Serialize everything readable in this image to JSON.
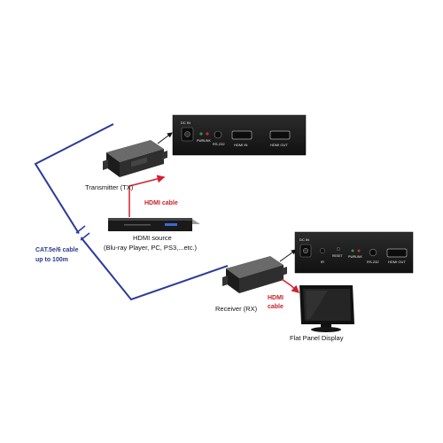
{
  "labels": {
    "transmitter": "Transmitter (TX)",
    "receiver": "Receiver (RX)",
    "hdmi_cable_top": "HDMI  cable",
    "hdmi_cable_bottom_1": "HDMI",
    "hdmi_cable_bottom_2": "cable",
    "hdmi_source_1": "HDMI source",
    "hdmi_source_2": "(Blu-ray Player, PC, PS3,...etc.)",
    "cat_cable_1": "CAT.5e/6 cable",
    "cat_cable_2": "up to 100m",
    "display": "Flat Panel Display"
  },
  "tx_panel": {
    "dc_in": "DC IN",
    "pwr": "PWR",
    "link": "LINK",
    "rs232": "RS-232",
    "hdmi_in": "HDMI IN",
    "hdmi_out": "HDMI OUT"
  },
  "rx_panel": {
    "dc_in": "DC IN",
    "ir": "IR",
    "reset": "RESET",
    "pwr": "PWR",
    "link": "LINK",
    "rs232": "RS-232",
    "hdmi_out": "HDMI OUT"
  },
  "colors": {
    "cat_line": "#2b3a9a",
    "hdmi_line": "#d42030",
    "arrow": "#111111"
  }
}
